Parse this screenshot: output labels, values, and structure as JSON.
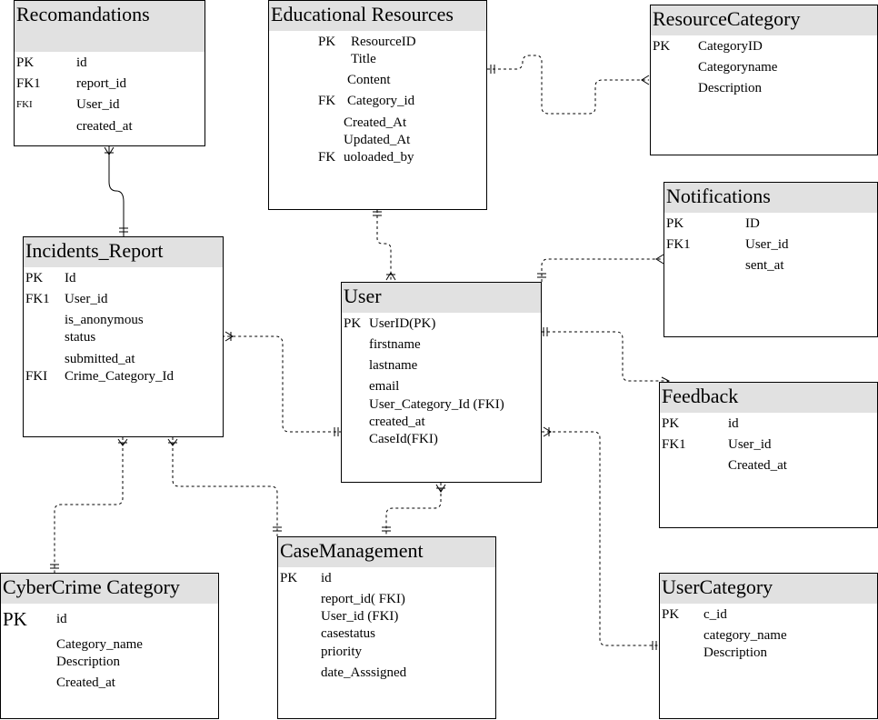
{
  "entities": {
    "recomandations": {
      "title": "Recomandations",
      "rows": [
        {
          "key": "PK",
          "field": "id"
        },
        {
          "key": "FK1",
          "field": "report_id"
        },
        {
          "key": "FKI",
          "field": "User_id"
        },
        {
          "key": "",
          "field": "created_at"
        }
      ]
    },
    "educational_resources": {
      "title": "Educational Resources",
      "rows": [
        {
          "key": "PK",
          "field": "ResourceID"
        },
        {
          "key": "",
          "field": "Title"
        },
        {
          "key": "",
          "field": "Content"
        },
        {
          "key": "FK",
          "field": "Category_id"
        },
        {
          "key": "",
          "field": "Created_At"
        },
        {
          "key": "",
          "field": "Updated_At"
        },
        {
          "key": "FK",
          "field": "uoloaded_by"
        }
      ]
    },
    "resource_category": {
      "title": "ResourceCategory",
      "rows": [
        {
          "key": "PK",
          "field": "CategoryID"
        },
        {
          "key": "",
          "field": "Categoryname"
        },
        {
          "key": "",
          "field": "Description"
        }
      ]
    },
    "notifications": {
      "title": "Notifications",
      "rows": [
        {
          "key": "PK",
          "field": "ID"
        },
        {
          "key": "FK1",
          "field": "User_id"
        },
        {
          "key": "",
          "field": "sent_at"
        }
      ]
    },
    "incidents_report": {
      "title": "Incidents_Report",
      "rows": [
        {
          "key": "PK",
          "field": "Id"
        },
        {
          "key": "FK1",
          "field": "User_id"
        },
        {
          "key": "",
          "field": "is_anonymous"
        },
        {
          "key": "",
          "field": "status"
        },
        {
          "key": "",
          "field": "submitted_at"
        },
        {
          "key": "FKI",
          "field": "Crime_Category_Id"
        }
      ]
    },
    "user": {
      "title": "User",
      "rows": [
        {
          "key": "PK",
          "field": "UserID(PK)"
        },
        {
          "key": "",
          "field": "firstname"
        },
        {
          "key": "",
          "field": "lastname"
        },
        {
          "key": "",
          "field": "email"
        },
        {
          "key": "",
          "field": "User_Category_Id (FKI)"
        },
        {
          "key": "",
          "field": "created_at"
        },
        {
          "key": "",
          "field": "CaseId(FKI)"
        }
      ]
    },
    "feedback": {
      "title": "Feedback",
      "rows": [
        {
          "key": "PK",
          "field": "id"
        },
        {
          "key": "FK1",
          "field": "User_id"
        },
        {
          "key": "",
          "field": "Created_at"
        }
      ]
    },
    "cybercrime_category": {
      "title": "CyberCrime Category",
      "rows": [
        {
          "key": "PK",
          "field": "id"
        },
        {
          "key": "",
          "field": "Category_name"
        },
        {
          "key": "",
          "field": "Description"
        },
        {
          "key": "",
          "field": "Created_at"
        }
      ]
    },
    "case_management": {
      "title": "CaseManagement",
      "rows": [
        {
          "key": "PK",
          "field": "id"
        },
        {
          "key": "",
          "field": "report_id( FKI)"
        },
        {
          "key": "",
          "field": "User_id (FKI)"
        },
        {
          "key": "",
          "field": "casestatus"
        },
        {
          "key": "",
          "field": "priority"
        },
        {
          "key": "",
          "field": "date_Asssigned"
        }
      ]
    },
    "user_category": {
      "title": "UserCategory",
      "rows": [
        {
          "key": "PK",
          "field": "c_id"
        },
        {
          "key": "",
          "field": "category_name"
        },
        {
          "key": "",
          "field": "Description"
        }
      ]
    }
  }
}
